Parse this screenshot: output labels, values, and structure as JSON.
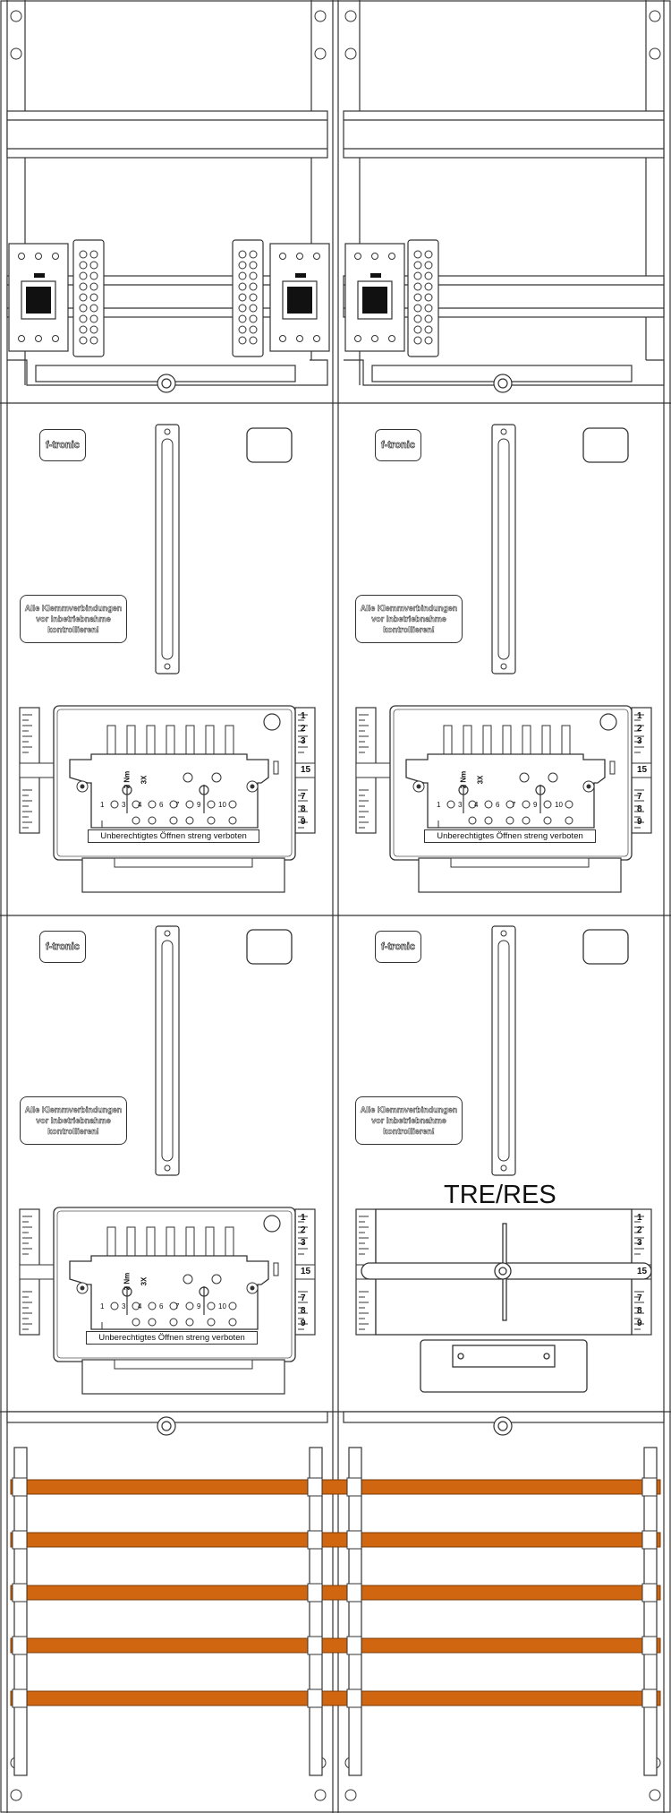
{
  "brand_label": "f-tronic",
  "check_notice": [
    "Alle Klemmverbindungen",
    "vor Inbetriebnahme",
    "kontrollieren!"
  ],
  "warning_label": "Unberechtigtes Öffnen streng verboten",
  "torque_label": "2 Nm",
  "terminal_mark": "3X",
  "meter_terminal_numbers": [
    "1",
    "3",
    "4",
    "6",
    "7",
    "9",
    "10"
  ],
  "rail_numbers_top": [
    "1",
    "2",
    "3"
  ],
  "rail_number_mid": "15",
  "rail_numbers_bottom": [
    "7",
    "8",
    "9"
  ],
  "slot_title": "TRE/RES",
  "colors": {
    "busbar": "#d0660f",
    "line": "#333333",
    "panel": "#ffffff"
  },
  "bottom_section": {
    "busbar_count": 5
  }
}
